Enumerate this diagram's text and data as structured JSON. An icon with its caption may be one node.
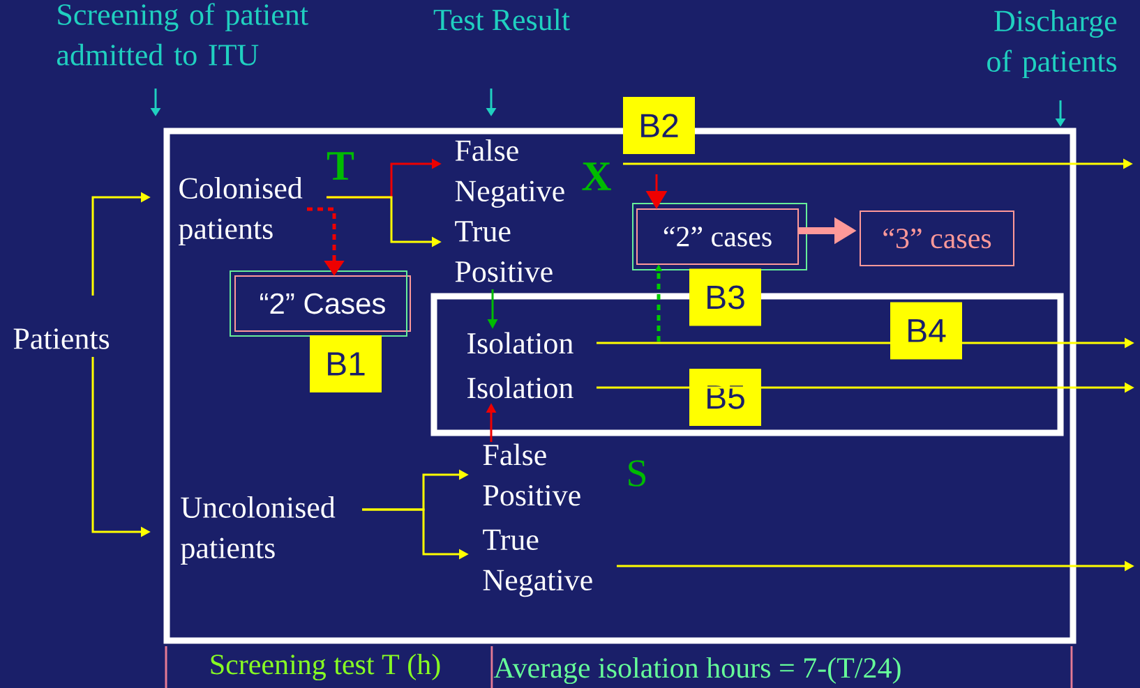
{
  "diagram": {
    "nodes": [
      {
        "text": [],
        "shape": "box"
      },
      {
        "text": [],
        "shape": "box",
        "in": 0
      },
      {
        "text": [
          "Patients"
        ]
      },
      {
        "text": [
          "Colonised patients"
        ],
        "in": 0
      },
      {
        "text": [
          "Uncolonised patients"
        ],
        "in": 0
      },
      {
        "text": [
          "False Negative"
        ],
        "in": 0
      },
      {
        "text": [
          "True Positive"
        ],
        "in": 0
      },
      {
        "text": [
          "Isolation"
        ],
        "in": 1
      },
      {
        "text": [
          "Isolation"
        ],
        "in": 1
      },
      {
        "text": [
          "False Positive"
        ],
        "in": 0
      },
      {
        "text": [
          "True Negative"
        ],
        "in": 0
      },
      {
        "text": [
          "“2” Cases"
        ],
        "in": 0
      },
      {
        "text": [
          "“2”  cases"
        ],
        "in": 0
      },
      {
        "text": [
          "“3” cases"
        ],
        "in": 0
      },
      {
        "text": [
          "B1"
        ],
        "in": 0
      },
      {
        "text": [
          "B2"
        ]
      },
      {
        "text": [
          "B3"
        ],
        "in": 0
      },
      {
        "text": [
          "B4"
        ],
        "in": 1
      },
      {
        "text": [
          "B5"
        ],
        "in": 1
      }
    ],
    "edges": [
      {
        "from": 2,
        "to": 3,
        "arrow": "to"
      },
      {
        "from": 2,
        "to": 4,
        "arrow": "to"
      },
      {
        "from": 3,
        "to": 5,
        "arrow": "to",
        "color": "#ee0000"
      },
      {
        "from": 3,
        "to": 6,
        "arrow": "to"
      },
      {
        "from": 3,
        "to": 11,
        "arrow": "to",
        "style": "dashed",
        "color": "#ee0000"
      },
      {
        "from": 6,
        "to": 7,
        "arrow": "to",
        "color": "#00bb00"
      },
      {
        "from": 5,
        "to": null,
        "arrow": "to"
      },
      {
        "from": 7,
        "to": null,
        "arrow": "to"
      },
      {
        "from": 8,
        "to": null,
        "arrow": "to"
      },
      {
        "from": null,
        "to": 12,
        "arrow": "to",
        "style": "dashed",
        "color": "#00cc00"
      },
      {
        "from": null,
        "to": 12,
        "arrow": "to",
        "color": "#ee0000"
      },
      {
        "from": 12,
        "to": 13,
        "arrow": "to",
        "style": "thick",
        "color": "#ff9999"
      },
      {
        "from": 4,
        "to": 9,
        "arrow": "to"
      },
      {
        "from": 4,
        "to": 10,
        "arrow": "to"
      },
      {
        "from": 9,
        "to": 8,
        "arrow": "to",
        "color": "#ee0000"
      },
      {
        "from": 10,
        "to": null,
        "arrow": "to"
      }
    ],
    "labels": [
      "Screening of patient admitted to ITU",
      "Test Result",
      "Discharge of patients",
      "T",
      "X",
      "S",
      "Screening test T (h)",
      "Average isolation hours =  7-(T/24)"
    ]
  }
}
